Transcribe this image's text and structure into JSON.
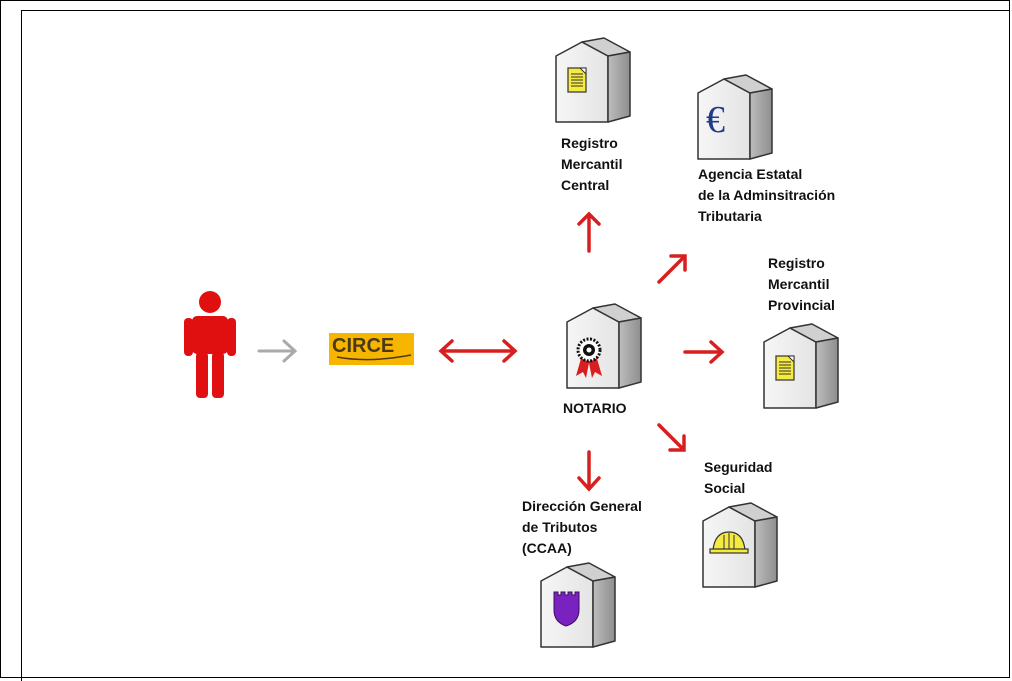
{
  "diagram": {
    "circe_label": "CIRCE",
    "notario_label": "NOTARIO",
    "registro_mercantil_central": "Registro\nMercantil\nCentral",
    "agencia_tributaria": "Agencia Estatal\nde la Adminsitración\nTributaria",
    "registro_mercantil_provincial": "Registro\nMercantil\nProvincial",
    "seguridad_social": "Seguridad\nSocial",
    "direccion_general_tributos": "Dirección General\nde Tributos\n(CCAA)",
    "euro_symbol": "€"
  },
  "colors": {
    "arrow_red": "#d81e1e",
    "arrow_grey": "#aaaaaa",
    "person": "#e01010",
    "circe_logo_bg": "#f7b500",
    "document": "#f4ea40",
    "euro": "#1f3a8a",
    "shield": "#7a22c0"
  },
  "icons": [
    "person-icon",
    "document-icon",
    "euro-icon",
    "seal-icon",
    "helmet-icon",
    "shield-icon",
    "building-icon"
  ]
}
